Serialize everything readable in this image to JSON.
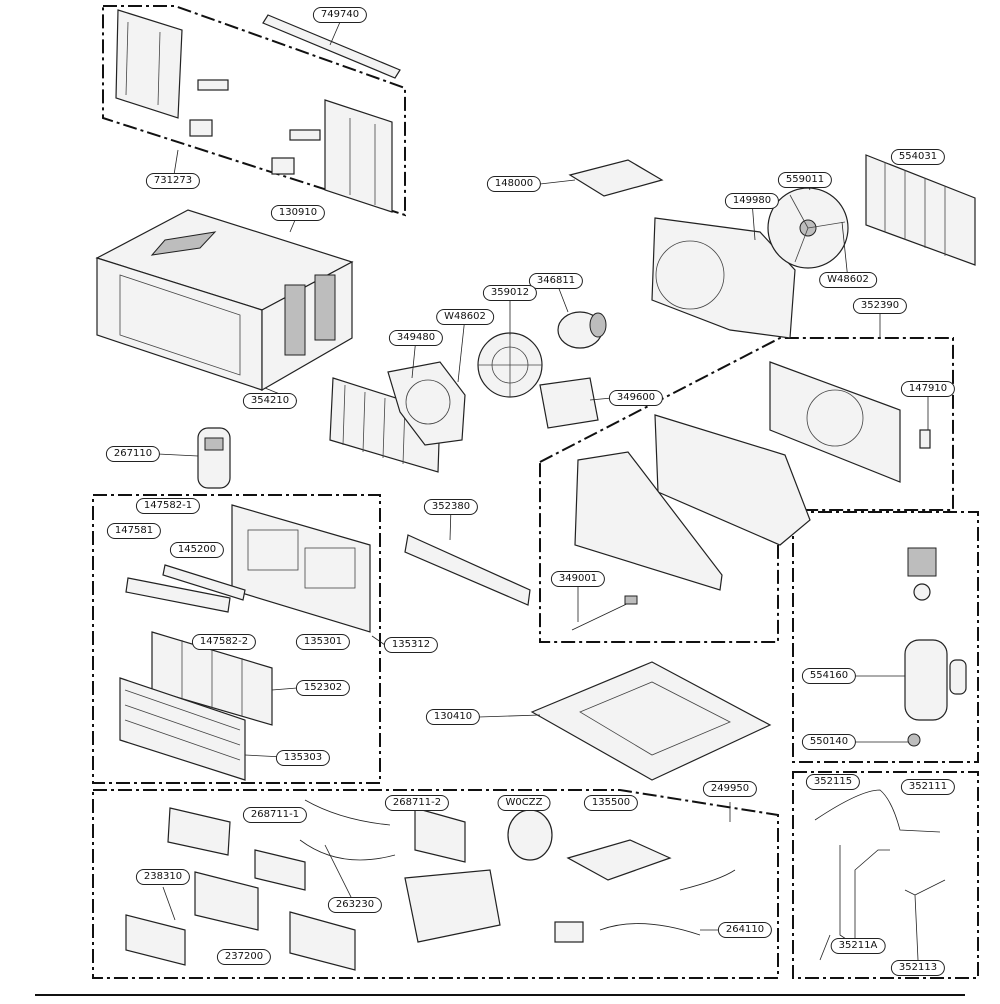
{
  "part_labels": {
    "p749740": "749740",
    "p731273": "731273",
    "p148000": "148000",
    "p559011": "559011",
    "p554031": "554031",
    "p130910": "130910",
    "p149980": "149980",
    "p346811": "346811",
    "p359012": "359012",
    "pW48602a": "W48602",
    "pW48602b": "W48602",
    "p349480": "349480",
    "p352390": "352390",
    "p354210": "354210",
    "p349600": "349600",
    "p147910": "147910",
    "p267110": "267110",
    "p147582_1": "147582-1",
    "p352380": "352380",
    "p147581": "147581",
    "p145200": "145200",
    "p349001": "349001",
    "p147582_2": "147582-2",
    "p135301": "135301",
    "p135312": "135312",
    "p554160": "554160",
    "p152302": "152302",
    "p130410": "130410",
    "p550140": "550140",
    "p135303": "135303",
    "p249950": "249950",
    "p352115": "352115",
    "p352111": "352111",
    "p268711_1": "268711-1",
    "p268711_2": "268711-2",
    "pW0CZZ": "W0CZZ",
    "p135500": "135500",
    "p238310": "238310",
    "p263230": "263230",
    "p237200": "237200",
    "p264110": "264110",
    "p35211A": "35211A",
    "p352113": "352113"
  }
}
